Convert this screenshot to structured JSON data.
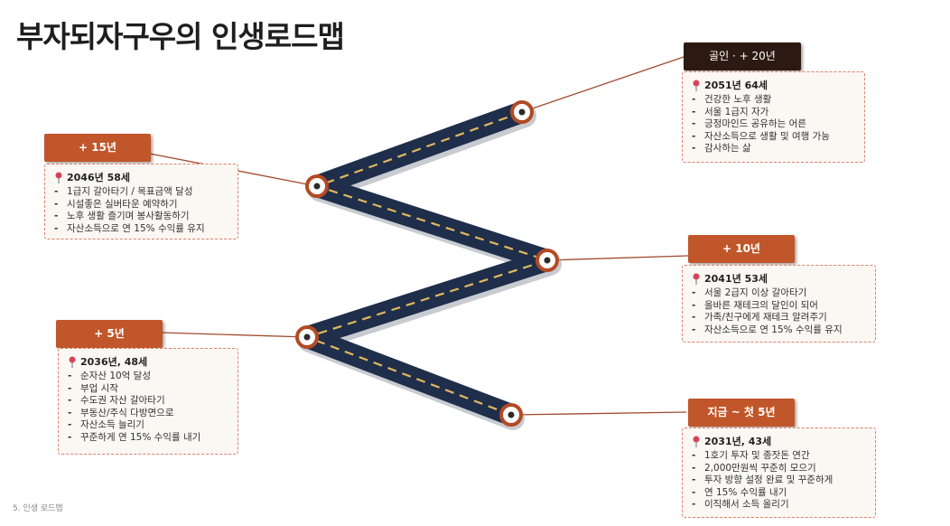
{
  "title": "부자되자구우의 인생로드맵",
  "footer": "5. 인생 로드맵",
  "colors": {
    "road": "#1f2e4a",
    "dash": "#e0b860",
    "tag": "#c0562a",
    "tag_dark": "#2c1a12",
    "connector": "#a04a30"
  },
  "milestones": [
    {
      "tag": "지금 ~ 첫 5년",
      "head": "2031년, 43세",
      "items": [
        "1호기 투자 및 종잣돈 연간",
        "2,000만원씩 꾸준히 모으기",
        "투자 방향 설정 완료 및 꾸준하게",
        "연 15% 수익률 내기",
        "이직해서 소득 올리기"
      ]
    },
    {
      "tag": "+ 5년",
      "head": "2036년, 48세",
      "items": [
        "순자산 10억 달성",
        "부업 시작",
        "수도권 자산 갈아타기",
        "부동산/주식 다방면으로",
        "자산소득 늘리기",
        "꾸준하게 연 15% 수익률 내기"
      ]
    },
    {
      "tag": "+ 10년",
      "head": "2041년 53세",
      "items": [
        "서울 2급지 이상 갈아타기",
        "올바른 재테크의 달인이 되어",
        "가족/친구에게 재테크 알려주기",
        "자산소득으로 연 15% 수익률 유지"
      ]
    },
    {
      "tag": "+ 15년",
      "head": "2046년 58세",
      "items": [
        "1급지 갈아타기 / 목표금액 달성",
        "시설좋은 실버타운 예약하기",
        "노후 생활 즐기며 봉사활동하기",
        "자산소득으로 연 15% 수익률 유지"
      ]
    },
    {
      "tag": "골인 · + 20년",
      "head": "2051년 64세",
      "items": [
        "건강한 노후 생활",
        "서울 1급지 자가",
        "긍정마인드 공유하는 어른",
        "자산소득으로 생활 및 여행 가능",
        "감사하는 삶"
      ]
    }
  ]
}
